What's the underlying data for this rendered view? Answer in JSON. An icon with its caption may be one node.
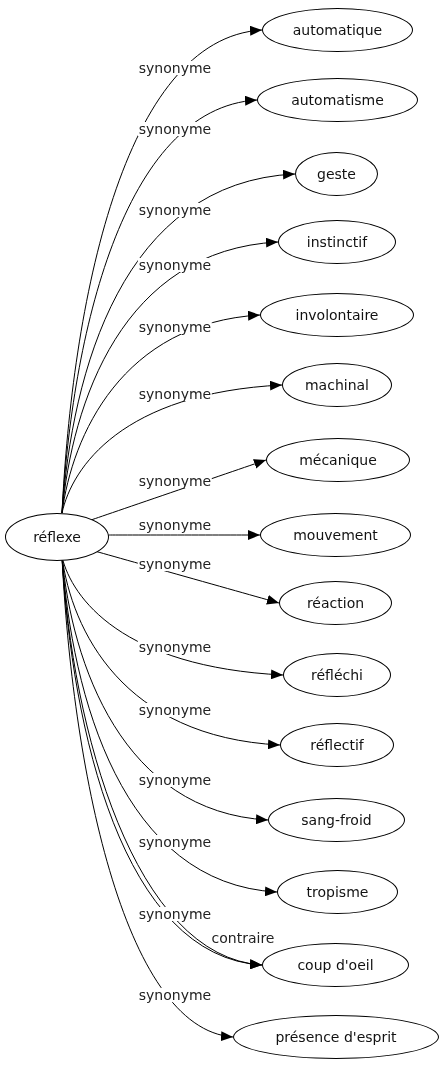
{
  "diagram": {
    "nodes": [
      {
        "text": [
          "réflexe"
        ]
      },
      {
        "text": [
          "automatique"
        ]
      },
      {
        "text": [
          "automatisme"
        ]
      },
      {
        "text": [
          "geste"
        ]
      },
      {
        "text": [
          "instinctif"
        ]
      },
      {
        "text": [
          "involontaire"
        ]
      },
      {
        "text": [
          "machinal"
        ]
      },
      {
        "text": [
          "mécanique"
        ]
      },
      {
        "text": [
          "mouvement"
        ]
      },
      {
        "text": [
          "réaction"
        ]
      },
      {
        "text": [
          "réfléchi"
        ]
      },
      {
        "text": [
          "réflectif"
        ]
      },
      {
        "text": [
          "sang-froid"
        ]
      },
      {
        "text": [
          "tropisme"
        ]
      },
      {
        "text": [
          "coup d'oeil"
        ]
      },
      {
        "text": [
          "présence d'esprit"
        ]
      }
    ],
    "edges": [
      {
        "from": 0,
        "to": 1,
        "arrow": "to",
        "label": "synonyme"
      },
      {
        "from": 0,
        "to": 2,
        "arrow": "to",
        "label": "synonyme"
      },
      {
        "from": 0,
        "to": 3,
        "arrow": "to",
        "label": "synonyme"
      },
      {
        "from": 0,
        "to": 4,
        "arrow": "to",
        "label": "synonyme"
      },
      {
        "from": 0,
        "to": 5,
        "arrow": "to",
        "label": "synonyme"
      },
      {
        "from": 0,
        "to": 6,
        "arrow": "to",
        "label": "synonyme"
      },
      {
        "from": 0,
        "to": 7,
        "arrow": "to",
        "label": "synonyme"
      },
      {
        "from": 0,
        "to": 8,
        "arrow": "to",
        "label": "synonyme"
      },
      {
        "from": 0,
        "to": 9,
        "arrow": "to",
        "label": "synonyme"
      },
      {
        "from": 0,
        "to": 10,
        "arrow": "to",
        "label": "synonyme"
      },
      {
        "from": 0,
        "to": 11,
        "arrow": "to",
        "label": "synonyme"
      },
      {
        "from": 0,
        "to": 12,
        "arrow": "to",
        "label": "synonyme"
      },
      {
        "from": 0,
        "to": 13,
        "arrow": "to",
        "label": "synonyme"
      },
      {
        "from": 0,
        "to": 14,
        "arrow": "to",
        "label": "synonyme"
      },
      {
        "from": 0,
        "to": 14,
        "arrow": "to",
        "label": "contraire"
      },
      {
        "from": 0,
        "to": 15,
        "arrow": "to",
        "label": "synonyme"
      }
    ]
  }
}
